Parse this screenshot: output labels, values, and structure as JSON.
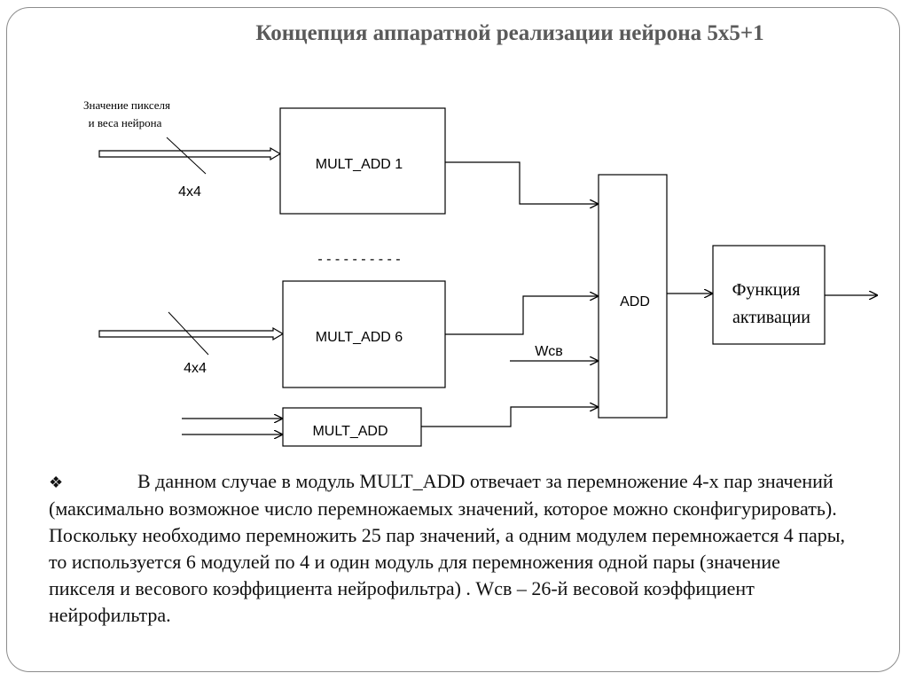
{
  "title": "Концепция аппаратной реализации нейрона 5x5+1",
  "diagram": {
    "input_label_line1": "Значение пикселя",
    "input_label_line2": "и веса нейрона",
    "bus_width_1": "4x4",
    "bus_width_2": "4x4",
    "ellipsis": "- - - - - - - - - -",
    "block_mult_add_1": "MULT_ADD 1",
    "block_mult_add_6": "MULT_ADD 6",
    "block_mult_add": "MULT_ADD",
    "block_add": "ADD",
    "bias_label": "Wсв",
    "activation_line1": "Функция",
    "activation_line2": "активации"
  },
  "body": {
    "bullet_icon": "diamond-bullet-icon",
    "bullet_glyph": "❖",
    "paragraph_first": "В данном случае в модуль MULT_ADD отвечает за перемножение 4-х",
    "paragraph_rest": "пар значений (максимально возможное число перемножаемых значений, которое можно сконфигурировать). Поскольку необходимо перемножить 25 пар значений, а одним модулем перемножается 4 пары, то используется 6 модулей по 4 и один модуль для перемножения одной пары (значение пикселя и весового коэффициента нейрофильтра) . Wсв – 26-й весовой коэффициент нейрофильтра."
  }
}
